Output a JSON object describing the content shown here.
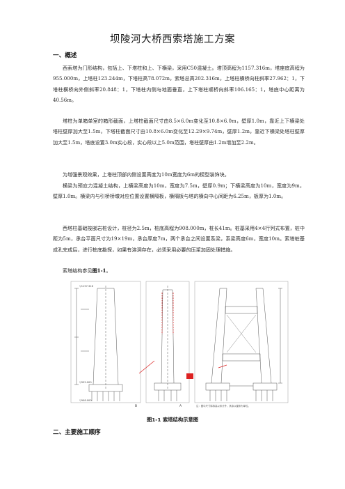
{
  "doc": {
    "title": "坝陵河大桥西索塔施工方案",
    "section1_heading": "一、概述",
    "paragraphs": [
      "西索塔为门形结构，包括上、下塔柱和上、下横梁，采用C50混凝土。塔顶高程为1157.316m，塔座底高程为955.000m，上塔柱123.244m，下塔柱高78.072m，索塔总高202.316m，上塔柱横桥向柱斜率27.962：1，下塔柱横桥向外侧斜率20.848：1，下塔柱内侧与地面垂直，上下塔柱顺桥向斜率106.165：1，塔底中心距离为40.56m。",
      "塔柱为单箱单室的箱形截面，上塔柱截面尺寸由8.5×6.0m变化至10.8×6.0m，壁厚1.0m，靠近上下横梁处塔柱壁厚加大至1.5m，下塔柱截面尺寸由10.8×6.0m变化至12.29×9.74m，壁厚1.2m，靠近下横梁处塔柱壁厚加大至1.5m，塔底设置3.0m实心段，实心段以上5.0m范围，塔柱壁厚由1.2m增加至2.2m。",
      "为增强景观效果，上塔柱顶部内侧设置高度为10m宽度为6m的楔型装饰块。",
      "横梁为预应力混凝土结构，上横梁高度为10m，宽度为7.5m，壁厚0.9m；下横梁高度为10m，宽度为9m，壁厚1.0m。横梁内与引桥桥墩对应位置设置横隔板，横隔板与塔的横向中心间距为6.25m，板厚为1.0m。",
      "西塔柱基础按嵌岩桩设计，桩径为2.5m，桩底高程为908.000m，桩长41m。桩基采用4×4行列式布置，桩中距为5m，承台平面尺寸为19×19m，承台厚度7m，两个承台之间设置系梁，系梁高度6m，宽度10m。索塔桩基成孔完成后，进行桩底勘探，如果有溶洞存在，必须采用必要的压浆加固处理措施。"
    ],
    "figure_ref_prefix": "索塔结构参见",
    "figure_ref": "图1-1",
    "figure_ref_suffix": "。",
    "figure_caption": "图1-1  索塔结构示意图",
    "section2_heading": "二、主要施工顺序"
  },
  "figure": {
    "panel_labels": [
      "B",
      "A"
    ],
    "elevation_labels": [
      "▽1157.316",
      "▽955.000",
      "▽908.000"
    ],
    "note": "注：图中尺寸除标高以米计外，其余以厘米为单位。"
  }
}
